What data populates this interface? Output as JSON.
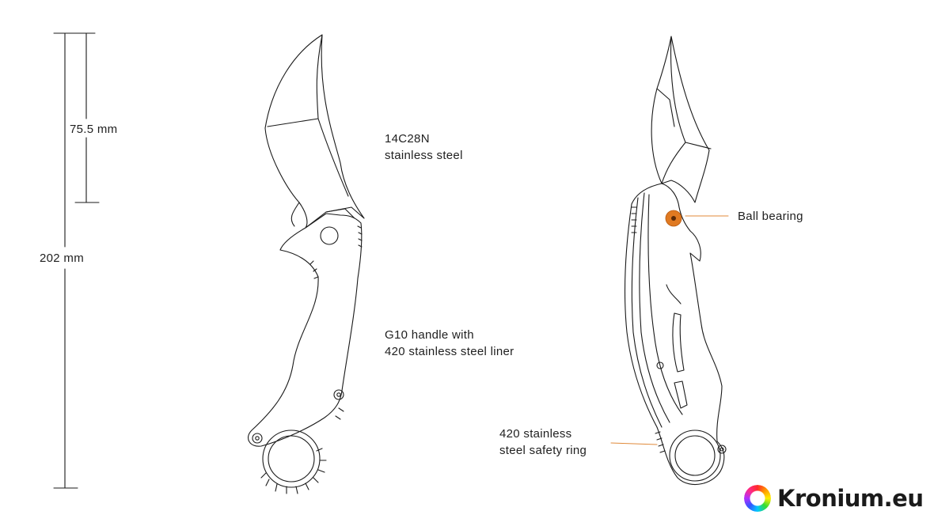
{
  "dimensions": {
    "blade_length": "75.5 mm",
    "overall_length": "202 mm"
  },
  "labels": {
    "blade_line1": "14C28N",
    "blade_line2": "stainless steel",
    "handle_line1": "G10 handle with",
    "handle_line2": "420 stainless steel liner",
    "bearing": "Ball bearing",
    "ring_line1": "420 stainless",
    "ring_line2": "steel safety ring"
  },
  "brand": {
    "name": "Kronium.eu"
  },
  "colors": {
    "line": "#1a1a1a",
    "callout": "#e08a3a",
    "bearing": "#e07a22",
    "text": "#1f1f1f"
  },
  "icons": {
    "logo": "rainbow-ring-icon"
  }
}
